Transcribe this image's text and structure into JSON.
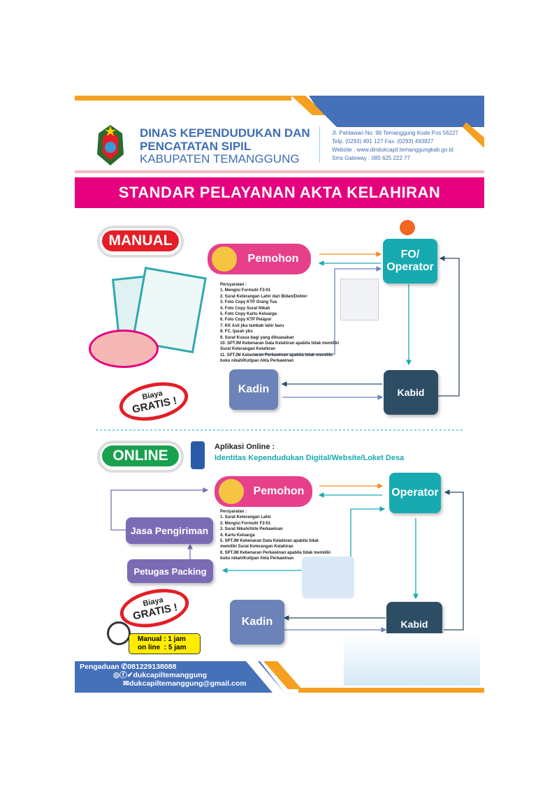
{
  "header": {
    "org_line1": "DINAS KEPENDUDUKAN DAN",
    "org_line2": "PENCATATAN SIPIL",
    "org_line3": "KABUPATEN TEMANGGUNG",
    "contact": [
      "Jl. Pahlawan No. 98 Temanggung Kode Pos 56227",
      "Telp. (0293) 491 127 Fax. (0293) 493927",
      "Website : www.dindukcapil.temanggungkab.go.id",
      "Sms Gateway : 085 625 222 77"
    ]
  },
  "banner": "STANDAR PELAYANAN AKTA KELAHIRAN",
  "manual": {
    "label": "MANUAL",
    "pemohon": "Pemohon",
    "operator": "FO/ Operator",
    "kadin": "Kadin",
    "kabid": "Kabid",
    "requirements_title": "Persyaratan :",
    "requirements": [
      "1. Mengisi Formulir F2-01",
      "2. Surat Keterangan Lahir dari Bidan/Dokter",
      "3. Foto Copy KTP Orang Tua",
      "4. Foto Copy Surat Nikah",
      "5. Foto Copy Kartu Keluarga",
      "6. Foto Copy KTP Pelapor",
      "7. KK Asli jika tambah lahir baru",
      "8. FC. Ijazah ybs",
      "9. Surat Kuasa bagi yang dikuasakan",
      "10. SPTJM Kebenaran Data Kelahiran apabila tidak memiliki Surat Keterangan Kelahiran",
      "11. SPTJM Kebenaran Perkawinan apabila tidak memiliki buku nikah/Kutipan Akta Perkawinan"
    ],
    "biaya": "Biaya",
    "gratis": "GRATIS !"
  },
  "online": {
    "label": "ONLINE",
    "app_title": "Aplikasi Online :",
    "app_desc": "Identitas Kependudukan Digital/Website/Loket Desa",
    "pemohon": "Pemohon",
    "operator": "Operator",
    "kadin": "Kadin",
    "kabid": "Kabid",
    "pengiriman": "Jasa Pengiriman",
    "packing": "Petugas Packing",
    "requirements_title": "Persyaratan :",
    "requirements": [
      "1. Surat Keterangan Lahir",
      "2. Mengisi Formulir F2-01",
      "3. Surat Nikah/Akte Perkawinan",
      "4. Kartu Keluarga",
      "5. SPTJM Kebenaran Data Kelahiran apabila tidak memiliki Surat Keterangan Kelahiran",
      "6. SPTJM Kebenaran Perkawinan apabila tidak memiliki buku nikah/Kutipan Akta Perkawinan"
    ],
    "biaya": "Biaya",
    "gratis": "GRATIS !"
  },
  "time": {
    "manual": "Manual : 1 jam",
    "online": "on line  : 5 jam"
  },
  "footer": {
    "pengaduan": "Pengaduan",
    "phone": "081229138088",
    "social": "dukcapiltemanggung",
    "email": "dukcapiltemanggung@gmail.com"
  },
  "colors": {
    "blue": "#4471b8",
    "orange": "#f5a020",
    "magenta": "#e6007e",
    "teal": "#17aab0",
    "slate": "#2d4d65"
  }
}
